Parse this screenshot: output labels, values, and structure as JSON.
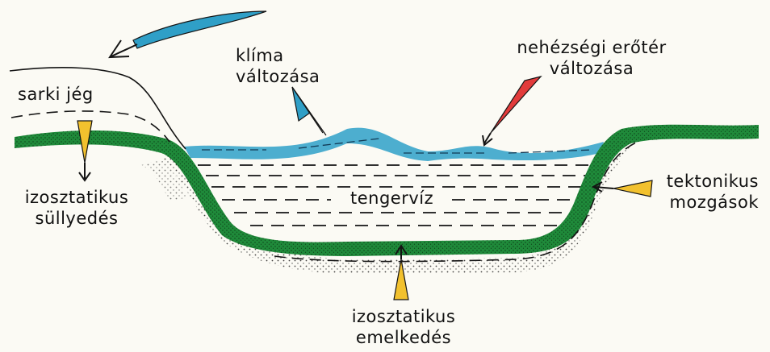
{
  "labels": {
    "polar_ice": "sarki jég",
    "isostatic_subsidence": [
      "izosztatikus",
      "süllyedés"
    ],
    "climate_change": [
      "klíma",
      "változása"
    ],
    "gravity_change": [
      "nehézségi erőtér",
      "változása"
    ],
    "seawater": "tengervíz",
    "tectonic_movements": [
      "tektonikus",
      "mozgások"
    ],
    "isostatic_uplift": [
      "izosztatikus",
      "emelkedés"
    ]
  },
  "colors": {
    "crust_green": "#1f8a3a",
    "sea_blue": "#2a9bc4",
    "climate_arrow_blue": "#2f9fc7",
    "gravity_arrow_red": "#e23b3b",
    "isostasy_arrow_yellow": "#f2c12e",
    "line_black": "#141414"
  },
  "icons": {
    "climate": "curved-arrow-icon",
    "arrows": "pointer-triangle-icon"
  }
}
